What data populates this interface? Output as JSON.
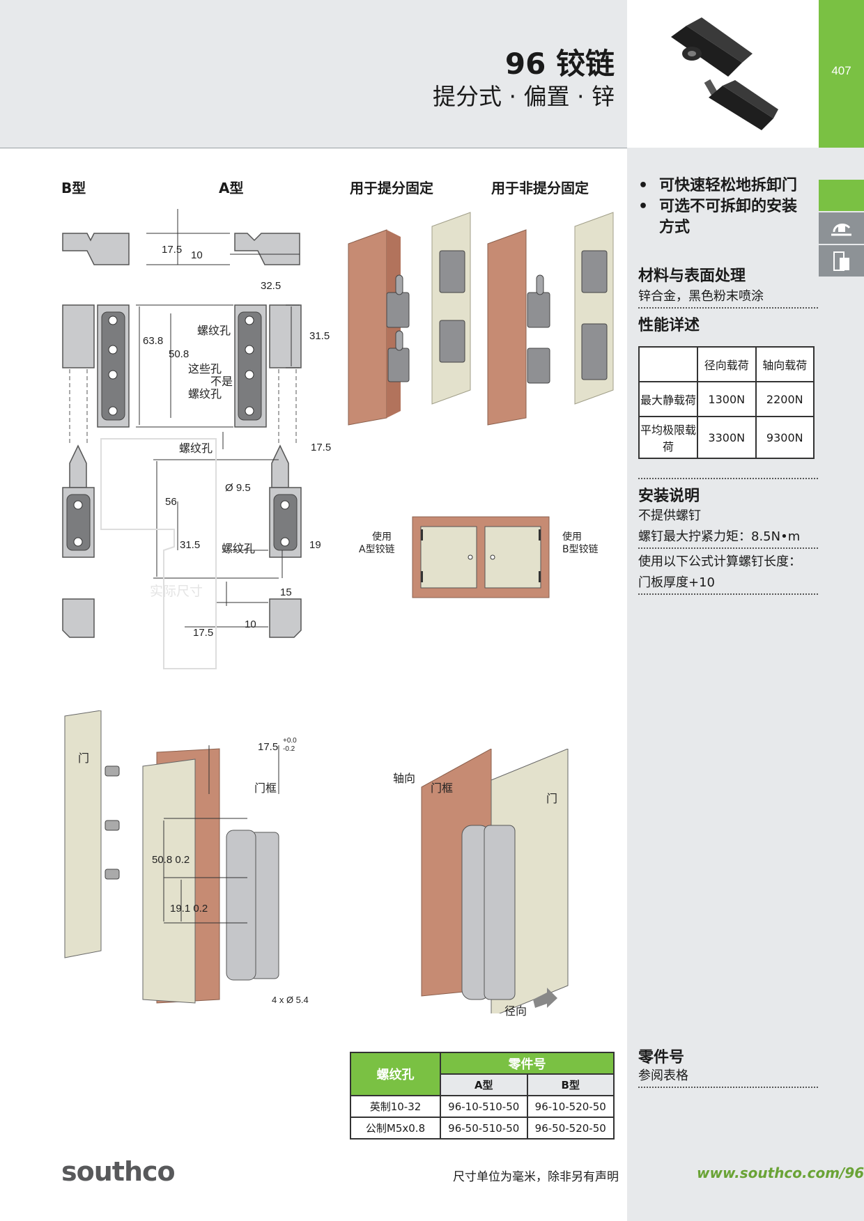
{
  "header": {
    "title": "96 铰链",
    "subtitle": "提分式 · 偏置 · 锌",
    "page_number": "407"
  },
  "features": [
    "可快速轻松地拆卸门",
    "可选不可拆卸的安装方式"
  ],
  "material": {
    "heading": "材料与表面处理",
    "text": "锌合金，黑色粉末喷涂"
  },
  "performance": {
    "heading": "性能详述",
    "col_radial": "径向载荷",
    "col_axial": "轴向载荷",
    "rows": [
      {
        "label": "最大静载荷",
        "radial": "1300N",
        "axial": "2200N"
      },
      {
        "label": "平均极限载荷",
        "radial": "3300N",
        "axial": "9300N"
      }
    ]
  },
  "install": {
    "heading": "安装说明",
    "line1": "不提供螺钉",
    "line2": "螺钉最大拧紧力矩：8.5N•m",
    "line3": "使用以下公式计算螺钉长度：",
    "line4": "门板厚度+10"
  },
  "partno": {
    "heading": "零件号",
    "text": "参阅表格"
  },
  "drawing": {
    "col_b": "B型",
    "col_a": "A型",
    "col_liftoff": "用于提分固定",
    "col_nonliftoff": "用于非提分固定",
    "d_17_5_top": "17.5",
    "d_10_top": "10",
    "d_32_5": "32.5",
    "d_63_8": "63.8",
    "d_50_8": "50.8",
    "d_31_5_top": "31.5",
    "thread_hole_top": "螺纹孔",
    "note_holes": "这些孔",
    "note_not": "不是",
    "note_thread": "螺纹孔",
    "thread_hole_bottom": "螺纹孔",
    "d_17_5_mid": "17.5",
    "d_dia_9_5": "Ø 9.5",
    "d_56": "56",
    "d_31_5_bot": "31.5",
    "thread_hole_pin": "螺纹孔",
    "d_19": "19",
    "actual_size": "实际尺寸",
    "d_15": "15",
    "d_10_bot": "10",
    "d_17_5_bot": "17.5",
    "use_a_1": "使用",
    "use_a_2": "A型铰链",
    "use_b_1": "使用",
    "use_b_2": "B型铰链",
    "door": "门",
    "frame": "门框",
    "d_17_5_install": "17.5",
    "tol_plus": "+0.0",
    "tol_minus": "-0.2",
    "d_50_8_02": "50.8  0.2",
    "d_19_1_02": "19.1  0.2",
    "d_4xdia": "4 x Ø 5.4",
    "axial": "轴向",
    "frame2": "门框",
    "door2": "门",
    "radial": "径向"
  },
  "parts_table": {
    "h_thread": "螺纹孔",
    "h_partno": "零件号",
    "h_a": "A型",
    "h_b": "B型",
    "rows": [
      {
        "thread": "英制10-32",
        "a": "96-10-510-50",
        "b": "96-10-520-50"
      },
      {
        "thread": "公制M5x0.8",
        "a": "96-50-510-50",
        "b": "96-50-520-50"
      }
    ]
  },
  "footer": {
    "logo": "southco",
    "note": "尺寸单位为毫米，除非另有声明",
    "url": "www.southco.com/96"
  },
  "colors": {
    "green": "#7ac143",
    "band": "#e7e9eb",
    "tab_gray": "#8d9296",
    "copper": "#c68b73",
    "beige": "#e3e1cc"
  }
}
